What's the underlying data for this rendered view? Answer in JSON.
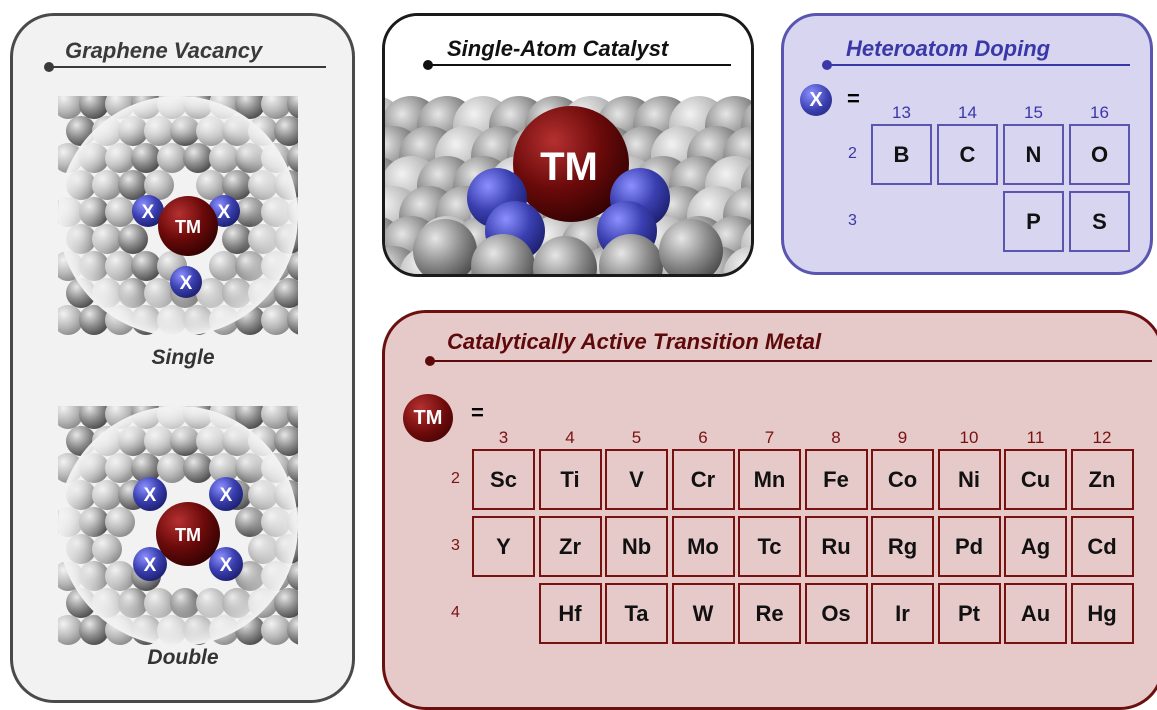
{
  "colors": {
    "tm_red": "#6b0a0a",
    "dopant_blue": "#3f44b8",
    "heteroatom_title": "#3a38a8",
    "tm_title": "#5e0a0a",
    "carbon_gray": "#8a8a8a"
  },
  "graphene_vacancy": {
    "title": "Graphene Vacancy",
    "single_label": "Single",
    "double_label": "Double",
    "dopant_symbol": "X",
    "metal_symbol": "TM"
  },
  "single_atom_catalyst": {
    "title": "Single-Atom Catalyst",
    "metal_symbol": "TM"
  },
  "heteroatom_doping": {
    "title": "Heteroatom Doping",
    "symbol": "X",
    "equals": "=",
    "groups": [
      "13",
      "14",
      "15",
      "16"
    ],
    "periods": [
      "2",
      "3"
    ],
    "rows": [
      [
        "B",
        "C",
        "N",
        "O"
      ],
      [
        "",
        "",
        "P",
        "S"
      ]
    ]
  },
  "transition_metal": {
    "title": "Catalytically Active Transition Metal",
    "symbol": "TM",
    "equals": "=",
    "groups": [
      "3",
      "4",
      "5",
      "6",
      "7",
      "8",
      "9",
      "10",
      "11",
      "12"
    ],
    "periods": [
      "2",
      "3",
      "4"
    ],
    "rows": [
      [
        "Sc",
        "Ti",
        "V",
        "Cr",
        "Mn",
        "Fe",
        "Co",
        "Ni",
        "Cu",
        "Zn"
      ],
      [
        "Y",
        "Zr",
        "Nb",
        "Mo",
        "Tc",
        "Ru",
        "Rg",
        "Pd",
        "Ag",
        "Cd"
      ],
      [
        "",
        "Hf",
        "Ta",
        "W",
        "Re",
        "Os",
        "Ir",
        "Pt",
        "Au",
        "Hg"
      ]
    ]
  }
}
